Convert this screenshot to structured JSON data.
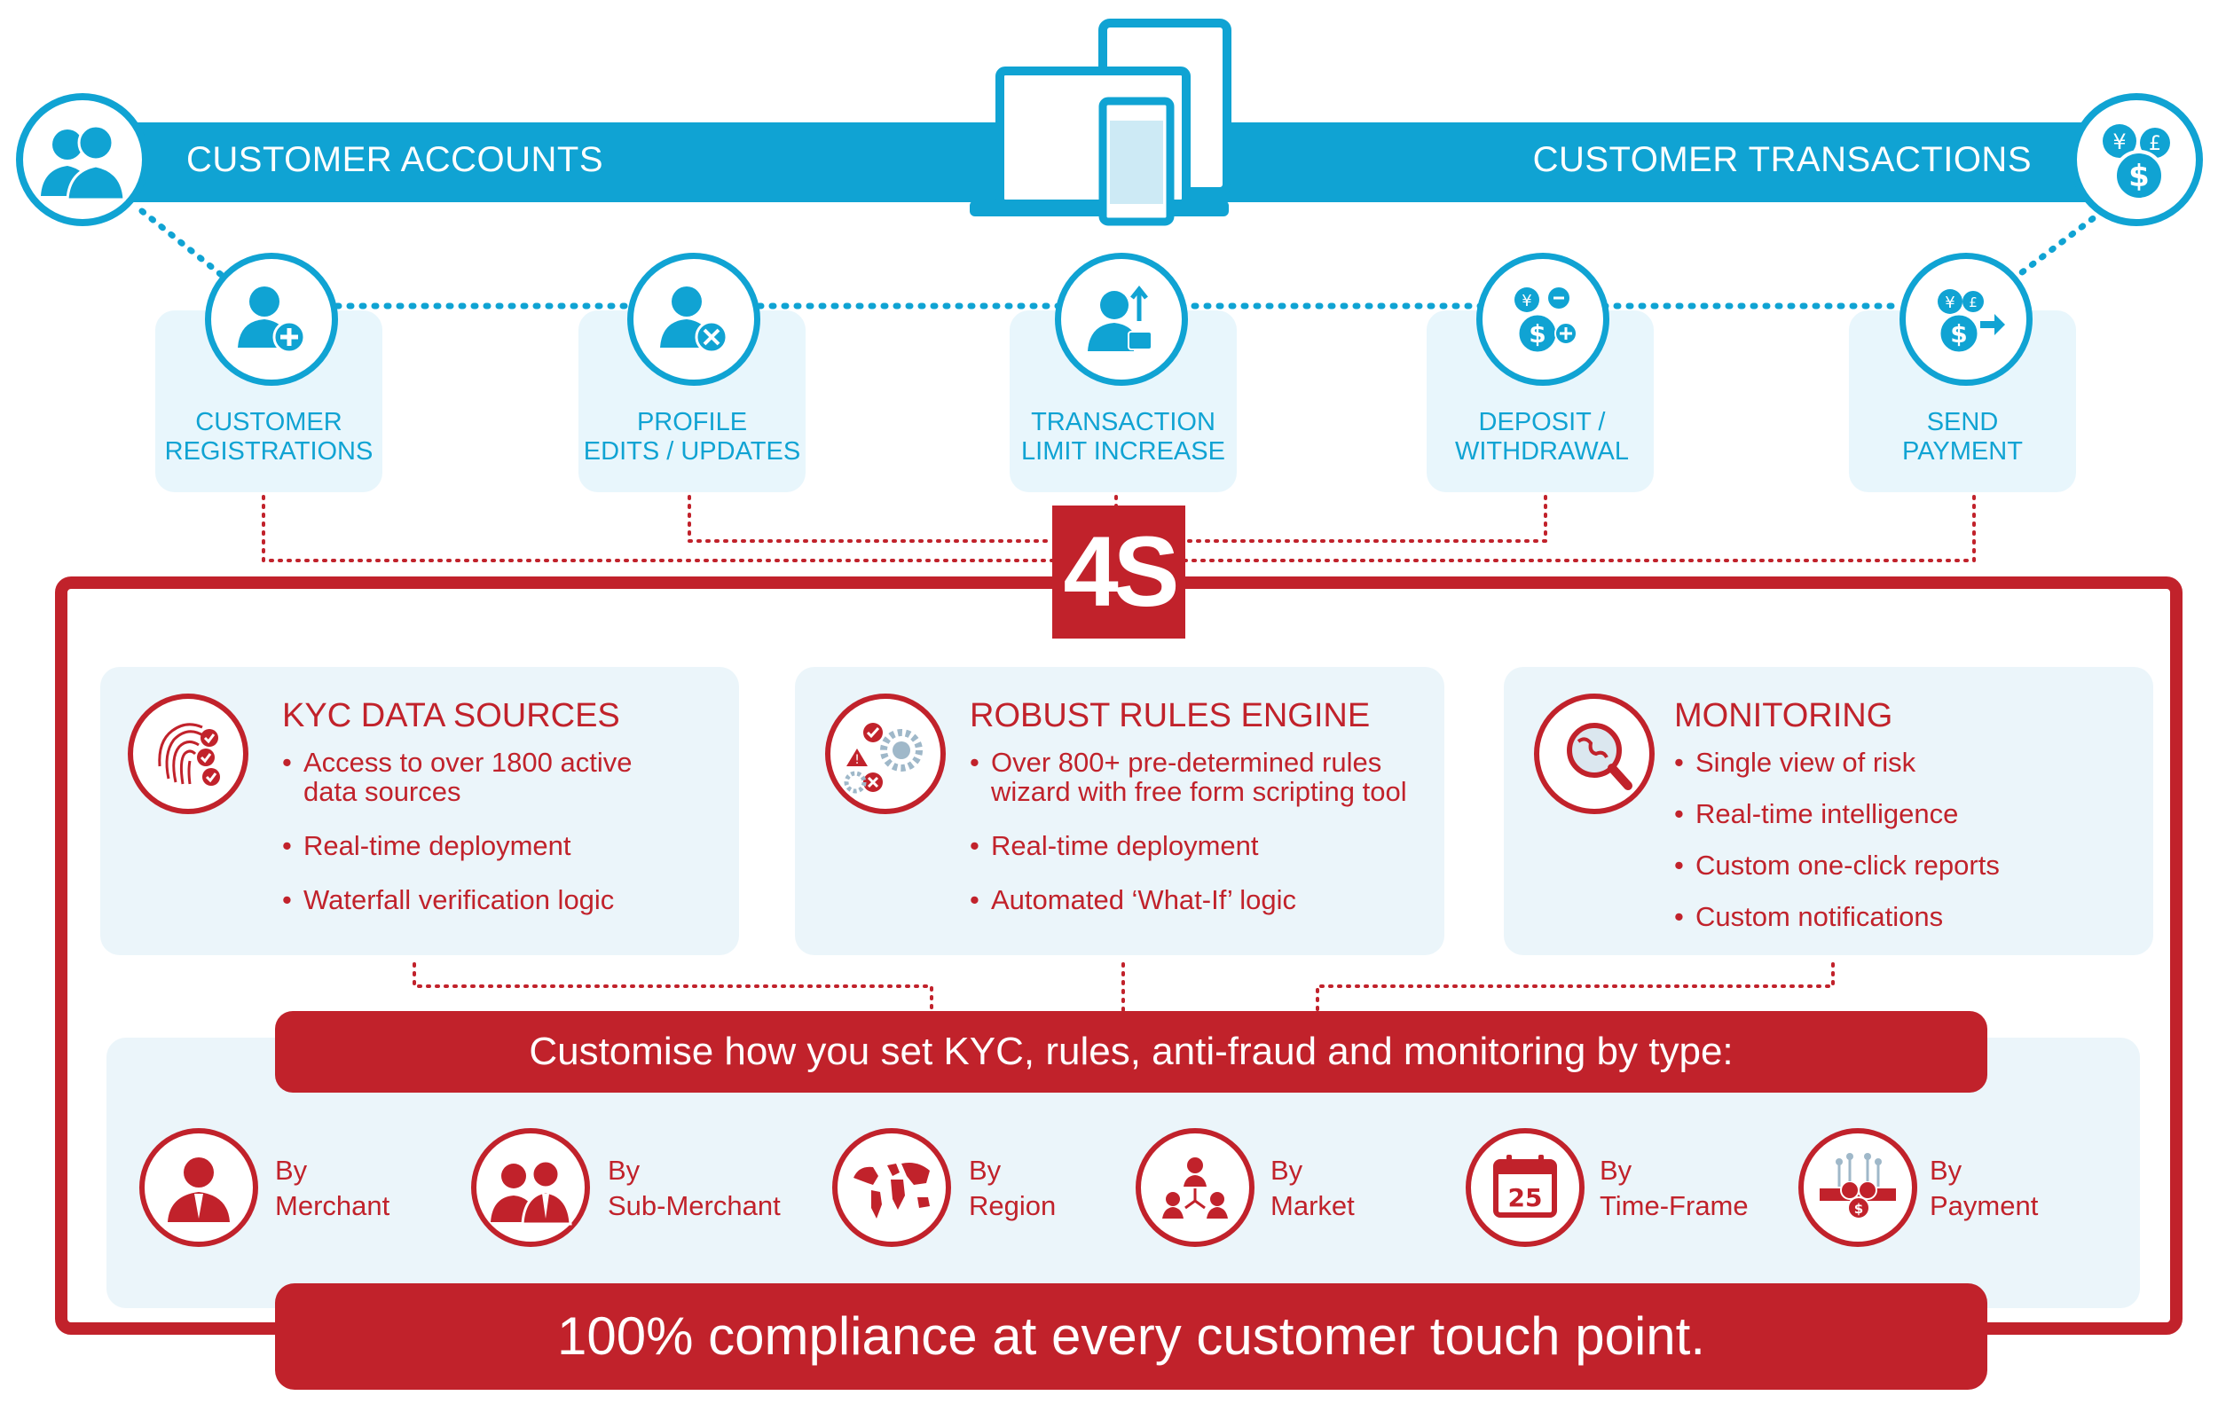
{
  "header": {
    "left_title": "CUSTOMER ACCOUNTS",
    "right_title": "CUSTOMER TRANSACTIONS",
    "left_icon": "customers-icon",
    "right_icon": "currency-icon",
    "device_icon": "devices-icon"
  },
  "steps": [
    {
      "line1": "CUSTOMER",
      "line2": "REGISTRATIONS",
      "icon": "add-user-icon"
    },
    {
      "line1": "PROFILE",
      "line2": "EDITS / UPDATES",
      "icon": "edit-user-icon"
    },
    {
      "line1": "TRANSACTION",
      "line2": "LIMIT INCREASE",
      "icon": "limit-increase-icon"
    },
    {
      "line1": "DEPOSIT /",
      "line2": "WITHDRAWAL",
      "icon": "deposit-withdrawal-icon"
    },
    {
      "line1": "SEND",
      "line2": "PAYMENT",
      "icon": "send-payment-icon"
    }
  ],
  "logo": "4S",
  "panels": [
    {
      "title": "KYC DATA SOURCES",
      "icon": "fingerprint-icon",
      "bullets": [
        {
          "line1": "Access to over 1800 active",
          "line2": "data sources"
        },
        {
          "line1": "Real-time deployment",
          "line2": ""
        },
        {
          "line1": "Waterfall verification logic",
          "line2": ""
        }
      ]
    },
    {
      "title": "ROBUST RULES ENGINE",
      "icon": "rules-gears-icon",
      "bullets": [
        {
          "line1": "Over 800+ pre-determined rules",
          "line2": "wizard with free form scripting tool"
        },
        {
          "line1": "Real-time deployment",
          "line2": ""
        },
        {
          "line1": "Automated ‘What-If’ logic",
          "line2": ""
        }
      ]
    },
    {
      "title": "MONITORING",
      "icon": "magnifier-globe-icon",
      "bullets": [
        {
          "line1": "Single view of risk",
          "line2": ""
        },
        {
          "line1": "Real-time intelligence",
          "line2": ""
        },
        {
          "line1": "Custom one-click reports",
          "line2": ""
        },
        {
          "line1": "Custom notifications",
          "line2": ""
        }
      ]
    }
  ],
  "customise_banner": "Customise how you set KYC, rules, anti-fraud and monitoring by type:",
  "types": [
    {
      "line1": "By",
      "line2": "Merchant",
      "icon": "merchant-icon"
    },
    {
      "line1": "By",
      "line2": "Sub-Merchant",
      "icon": "sub-merchant-icon"
    },
    {
      "line1": "By",
      "line2": "Region",
      "icon": "world-map-icon"
    },
    {
      "line1": "By",
      "line2": "Market",
      "icon": "market-icon"
    },
    {
      "line1": "By",
      "line2": "Time-Frame",
      "icon": "calendar-icon",
      "calendar_day": "25"
    },
    {
      "line1": "By",
      "line2": "Payment",
      "icon": "payment-icon"
    }
  ],
  "footer": "100% compliance at every customer touch point.",
  "colors": {
    "blue": "#10a3d3",
    "light_blue": "#e8f6fc",
    "red": "#c1222b",
    "panel_bg": "#ebf5fa"
  }
}
